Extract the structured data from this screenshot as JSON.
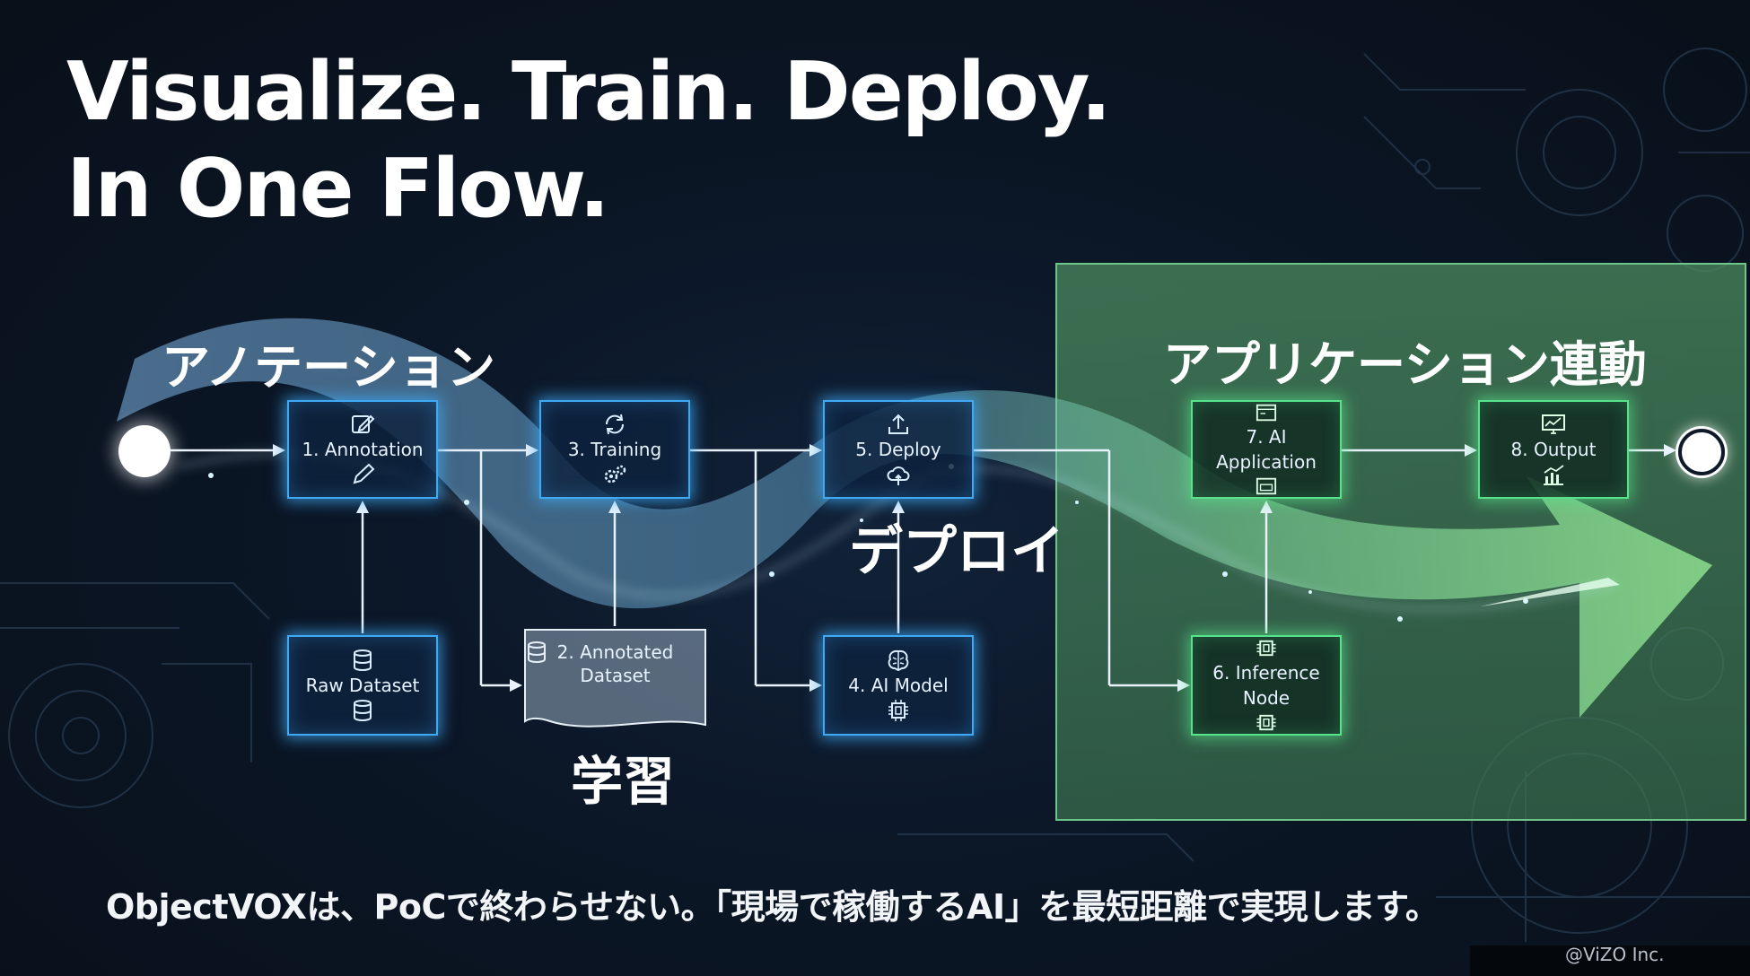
{
  "slide": {
    "title_line1": "Visualize. Train. Deploy.",
    "title_line2": "In One Flow.",
    "stage_labels": {
      "annotation": "アノテーション",
      "training": "学習",
      "deploy": "デプロイ",
      "application": "アプリケーション連動"
    },
    "tagline": "ObjectVOXは、PoCで終わらせない。「現場で稼働するAI」を最短距離で実現します。",
    "copyright": "@ViZO Inc."
  },
  "nodes": {
    "annotation": {
      "label": "1. Annotation",
      "icons": [
        "edit-icon",
        "pencil-icon"
      ]
    },
    "annotated_dataset": {
      "label_line1": "2. Annotated",
      "label_line2": "Dataset",
      "icon": "database-icon"
    },
    "training": {
      "label": "3. Training",
      "icons": [
        "refresh-icon",
        "gears-icon"
      ]
    },
    "ai_model": {
      "label": "4. AI Model",
      "icons": [
        "brain-icon",
        "chip-icon"
      ]
    },
    "deploy": {
      "label": "5. Deploy",
      "icons": [
        "upload-icon",
        "cloud-upload-icon"
      ]
    },
    "inference_node": {
      "label_line1": "6. Inference",
      "label_line2": "Node",
      "icons": [
        "chip-icon",
        "chip-icon"
      ]
    },
    "ai_application": {
      "label_line1": "7. AI",
      "label_line2": "Application",
      "icons": [
        "window-icon",
        "window-icon"
      ]
    },
    "output": {
      "label": "8. Output",
      "icons": [
        "line-chart-icon",
        "bar-chart-icon"
      ]
    },
    "raw_dataset": {
      "label": "Raw Dataset",
      "icons": [
        "database-icon",
        "database-icon"
      ]
    }
  },
  "colors": {
    "background": "#0b1524",
    "node_border_blue": "#3fa9f5",
    "node_border_green": "#57e38a",
    "highlight_panel": "#4f8f63",
    "text": "#ffffff"
  }
}
